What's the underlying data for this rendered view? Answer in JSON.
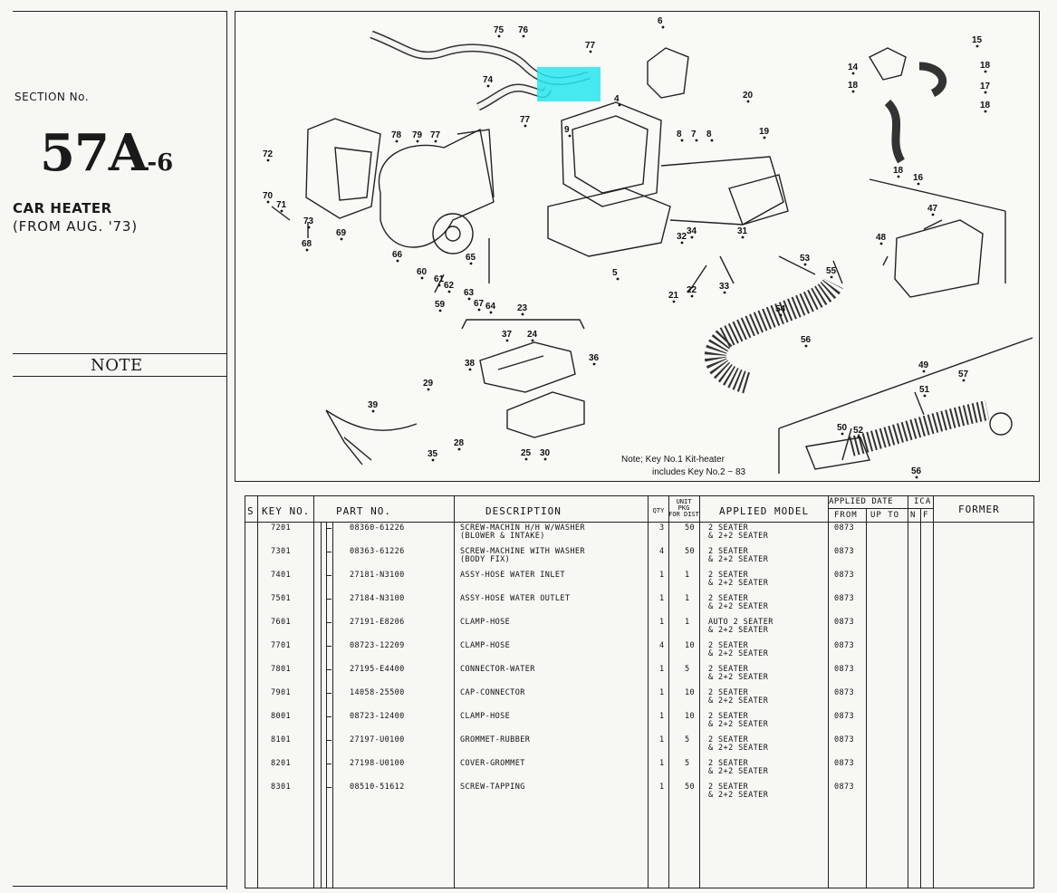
{
  "section": {
    "label": "SECTION No.",
    "number_main": "57A",
    "number_sub": "-6",
    "title_line1": "CAR HEATER",
    "title_line2": "(FROM AUG. '73)",
    "note_label": "NOTE"
  },
  "diagram": {
    "note_line1": "Note; Key No.1 Kit-heater",
    "note_line2": "includes Key No.2 ~ 83",
    "highlight_color": "#27e6ee",
    "callouts": [
      "75",
      "76",
      "77",
      "74",
      "77",
      "78",
      "79",
      "77",
      "72",
      "70",
      "71",
      "73",
      "68",
      "69",
      "66",
      "60",
      "61",
      "62",
      "63",
      "59",
      "65",
      "67",
      "64",
      "6",
      "4",
      "9",
      "8",
      "7",
      "8",
      "20",
      "19",
      "5",
      "34",
      "32",
      "31",
      "21",
      "22",
      "33",
      "15",
      "14",
      "18",
      "18",
      "17",
      "18",
      "18",
      "16",
      "47",
      "48",
      "53",
      "55",
      "54",
      "56",
      "23",
      "37",
      "24",
      "36",
      "38",
      "29",
      "39",
      "35",
      "28",
      "25",
      "30",
      "49",
      "57",
      "51",
      "50",
      "52",
      "56"
    ]
  },
  "table": {
    "headers": {
      "s": "S",
      "key_no": "KEY NO.",
      "part_no": "PART  NO.",
      "description": "DESCRIPTION",
      "qty": "QTY",
      "unit_pkg_1": "UNIT",
      "unit_pkg_2": "PKG",
      "unit_pkg_3": "FOR DIST",
      "applied_model": "APPLIED MODEL",
      "applied_date": "APPLIED DATE",
      "from": "FROM",
      "up_to": "UP TO",
      "ica": "ICA",
      "ica_n": "N",
      "ica_f": "F",
      "former": "FORMER"
    },
    "rows": [
      {
        "key": "7201",
        "part": "08360-61226",
        "desc1": "SCREW-MACHIN H/H W/WASHER",
        "desc2": "(BLOWER & INTAKE)",
        "qty": "3",
        "pkg": "50",
        "model1": "2 SEATER",
        "model2": "& 2+2 SEATER",
        "from": "0873"
      },
      {
        "key": "7301",
        "part": "08363-61226",
        "desc1": "SCREW-MACHINE WITH WASHER",
        "desc2": "(BODY FIX)",
        "qty": "4",
        "pkg": "50",
        "model1": "2 SEATER",
        "model2": "& 2+2 SEATER",
        "from": "0873"
      },
      {
        "key": "7401",
        "part": "27181-N3100",
        "desc1": "ASSY-HOSE WATER INLET",
        "desc2": "",
        "qty": "1",
        "pkg": "1",
        "model1": "2 SEATER",
        "model2": "& 2+2 SEATER",
        "from": "0873"
      },
      {
        "key": "7501",
        "part": "27184-N3100",
        "desc1": "ASSY-HOSE WATER OUTLET",
        "desc2": "",
        "qty": "1",
        "pkg": "1",
        "model1": "2 SEATER",
        "model2": "& 2+2 SEATER",
        "from": "0873"
      },
      {
        "key": "7601",
        "part": "27191-E8206",
        "desc1": "CLAMP-HOSE",
        "desc2": "",
        "qty": "1",
        "pkg": "1",
        "model1": "AUTO 2 SEATER",
        "model2": "& 2+2 SEATER",
        "from": "0873"
      },
      {
        "key": "7701",
        "part": "08723-12209",
        "desc1": "CLAMP-HOSE",
        "desc2": "",
        "qty": "4",
        "pkg": "10",
        "model1": "2 SEATER",
        "model2": "& 2+2 SEATER",
        "from": "0873"
      },
      {
        "key": "7801",
        "part": "27195-E4400",
        "desc1": "CONNECTOR-WATER",
        "desc2": "",
        "qty": "1",
        "pkg": "5",
        "model1": "2 SEATER",
        "model2": "& 2+2 SEATER",
        "from": "0873"
      },
      {
        "key": "7901",
        "part": "14058-25500",
        "desc1": "CAP-CONNECTOR",
        "desc2": "",
        "qty": "1",
        "pkg": "10",
        "model1": "2 SEATER",
        "model2": "& 2+2 SEATER",
        "from": "0873"
      },
      {
        "key": "8001",
        "part": "08723-12400",
        "desc1": "CLAMP-HOSE",
        "desc2": "",
        "qty": "1",
        "pkg": "10",
        "model1": "2 SEATER",
        "model2": "& 2+2 SEATER",
        "from": "0873"
      },
      {
        "key": "8101",
        "part": "27197-U0100",
        "desc1": "GROMMET-RUBBER",
        "desc2": "",
        "qty": "1",
        "pkg": "5",
        "model1": "2 SEATER",
        "model2": "& 2+2 SEATER",
        "from": "0873"
      },
      {
        "key": "8201",
        "part": "27198-U0100",
        "desc1": "COVER-GROMMET",
        "desc2": "",
        "qty": "1",
        "pkg": "5",
        "model1": "2 SEATER",
        "model2": "& 2+2 SEATER",
        "from": "0873"
      },
      {
        "key": "8301",
        "part": "08510-51612",
        "desc1": "SCREW-TAPPING",
        "desc2": "",
        "qty": "1",
        "pkg": "50",
        "model1": "2 SEATER",
        "model2": "& 2+2 SEATER",
        "from": "0873"
      }
    ]
  }
}
